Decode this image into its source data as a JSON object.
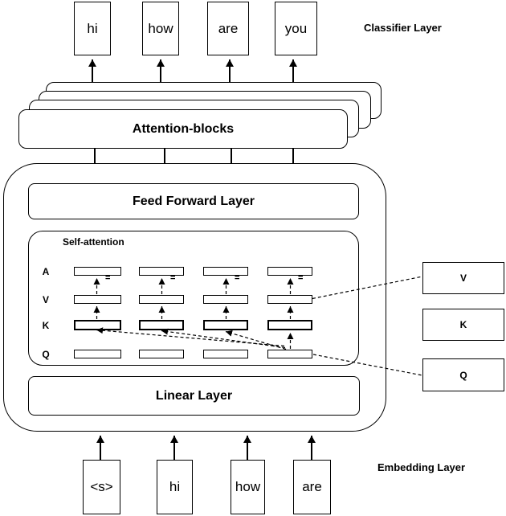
{
  "diagram": {
    "classifier_layer_label": "Classifier Layer",
    "embedding_layer_label": "Embedding Layer",
    "attention_blocks_label": "Attention-blocks",
    "feed_forward_label": "Feed Forward Layer",
    "self_attention_label": "Self-attention",
    "linear_layer_label": "Linear Layer",
    "equals_sign": "=",
    "output_tokens": [
      "hi",
      "how",
      "are",
      "you"
    ],
    "input_tokens": [
      "<s>",
      "hi",
      "how",
      "are"
    ],
    "matrix_rows": [
      "A",
      "V",
      "K",
      "Q"
    ],
    "side_boxes": [
      "V",
      "K",
      "Q"
    ],
    "colors": {
      "stroke": "#000000",
      "fill": "#ffffff"
    }
  }
}
